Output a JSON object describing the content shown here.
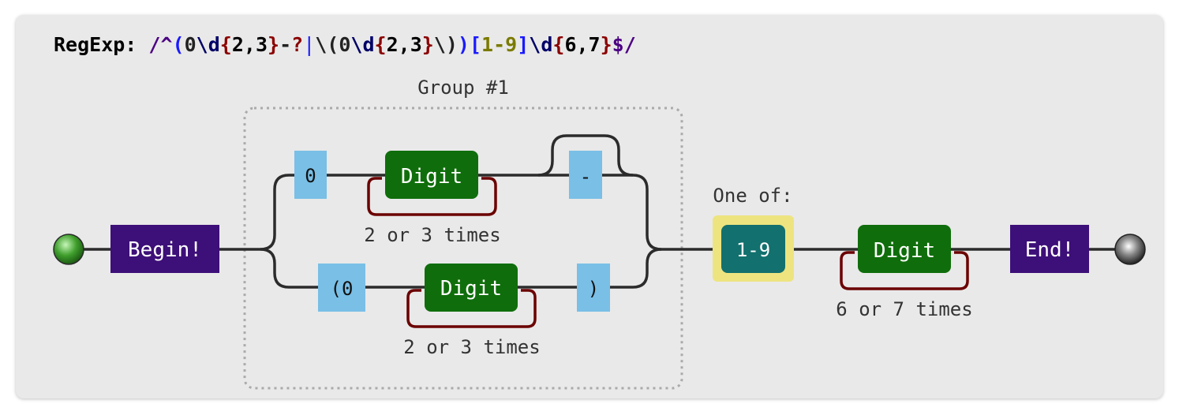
{
  "regexp": {
    "label": "RegExp:",
    "tokens": [
      {
        "text": "/",
        "cls": "t-slash"
      },
      {
        "text": "^",
        "cls": "t-anchor"
      },
      {
        "text": "(",
        "cls": "t-paren"
      },
      {
        "text": "0",
        "cls": "t-text"
      },
      {
        "text": "\\d",
        "cls": "t-esc"
      },
      {
        "text": "{",
        "cls": "t-brace"
      },
      {
        "text": "2,3",
        "cls": "t-num"
      },
      {
        "text": "}",
        "cls": "t-brace"
      },
      {
        "text": "-",
        "cls": "t-text"
      },
      {
        "text": "?",
        "cls": "t-op"
      },
      {
        "text": "|",
        "cls": "t-pipe"
      },
      {
        "text": "\\(",
        "cls": "t-text"
      },
      {
        "text": "0",
        "cls": "t-text"
      },
      {
        "text": "\\d",
        "cls": "t-esc"
      },
      {
        "text": "{",
        "cls": "t-brace"
      },
      {
        "text": "2,3",
        "cls": "t-num"
      },
      {
        "text": "}",
        "cls": "t-brace"
      },
      {
        "text": "\\)",
        "cls": "t-text"
      },
      {
        "text": ")",
        "cls": "t-paren"
      },
      {
        "text": "[",
        "cls": "t-bracket"
      },
      {
        "text": "1-9",
        "cls": "t-range"
      },
      {
        "text": "]",
        "cls": "t-bracket"
      },
      {
        "text": "\\d",
        "cls": "t-esc"
      },
      {
        "text": "{",
        "cls": "t-brace"
      },
      {
        "text": "6,7",
        "cls": "t-num"
      },
      {
        "text": "}",
        "cls": "t-brace"
      },
      {
        "text": "$",
        "cls": "t-anchor"
      },
      {
        "text": "/",
        "cls": "t-slash"
      }
    ]
  },
  "diagram": {
    "group_label": "Group #1",
    "begin_label": "Begin!",
    "end_label": "End!",
    "branch1": {
      "literal": "0",
      "digit_label": "Digit",
      "repeat_label": "2 or 3 times",
      "optional_literal": "-"
    },
    "branch2": {
      "literal_open": "(0",
      "digit_label": "Digit",
      "repeat_label": "2 or 3 times",
      "literal_close": ")"
    },
    "one_of": {
      "label": "One of:",
      "range": "1-9"
    },
    "final_digit": {
      "digit_label": "Digit",
      "repeat_label": "6 or 7 times"
    }
  },
  "colors": {
    "panel_bg": "#e9e9e9",
    "line": "#2b2b2b",
    "begin_end_box": "#3d0f78",
    "digit_box": "#0f6e0b",
    "literal_box": "#79bfe6",
    "repeat_loop": "#6b0000",
    "charset_outer": "#ede480",
    "charset_inner": "#12706e",
    "group_border": "#aaaaaa"
  }
}
